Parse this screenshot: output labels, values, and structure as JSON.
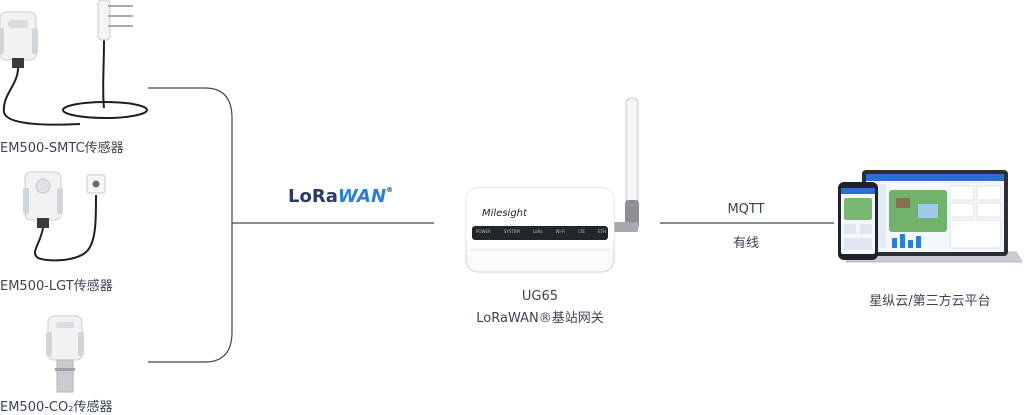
{
  "sensors": [
    {
      "label": "EM500-SMTC传感器"
    },
    {
      "label": "EM500-LGT传感器"
    },
    {
      "label": "EM500-CO₂传感器"
    }
  ],
  "link_lorawan": {
    "logo_lora": "LoRa",
    "logo_wan": "WAN",
    "logo_mark": "®"
  },
  "gateway": {
    "model": "UG65",
    "name": "LoRaWAN®基站网关",
    "brand": "Milesight",
    "led_labels": [
      "POWER",
      "SYSTEM",
      "LoRa",
      "Wi-Fi",
      "LTE",
      "ETH"
    ]
  },
  "link_mqtt": {
    "protocol": "MQTT",
    "medium": "有线"
  },
  "cloud": {
    "label": "星纵云/第三方云平台"
  },
  "colors": {
    "line": "#3d4755",
    "lora_dark": "#2b3a67",
    "lora_blue": "#2a80d4",
    "text": "#3a4452"
  }
}
